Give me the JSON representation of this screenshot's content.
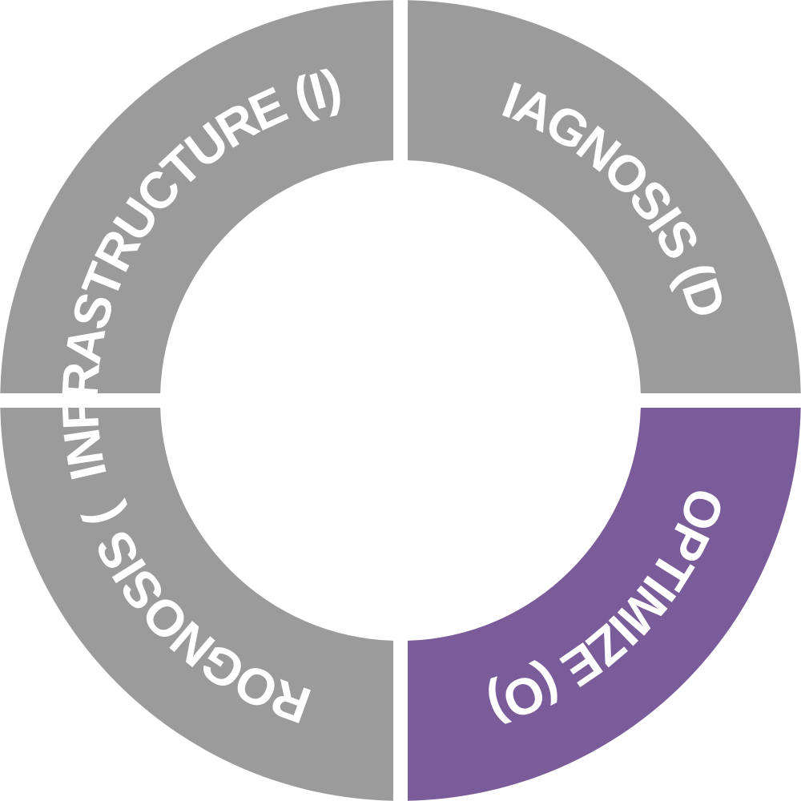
{
  "segments": [
    {
      "id": "infrastructure",
      "label": "INFRASTRUCTURE (I)",
      "color": "#9b9b9b",
      "active": false
    },
    {
      "id": "diagnosis",
      "label": "DIAGNOSIS (D)",
      "color": "#9b9b9b",
      "active": false
    },
    {
      "id": "optimize",
      "label": "OPTIMIZE (O)",
      "color": "#7b5c9a",
      "active": true
    },
    {
      "id": "prognosis",
      "label": "PROGNOSIS (P)",
      "color": "#9b9b9b",
      "active": false
    }
  ],
  "background": "#ffffff"
}
